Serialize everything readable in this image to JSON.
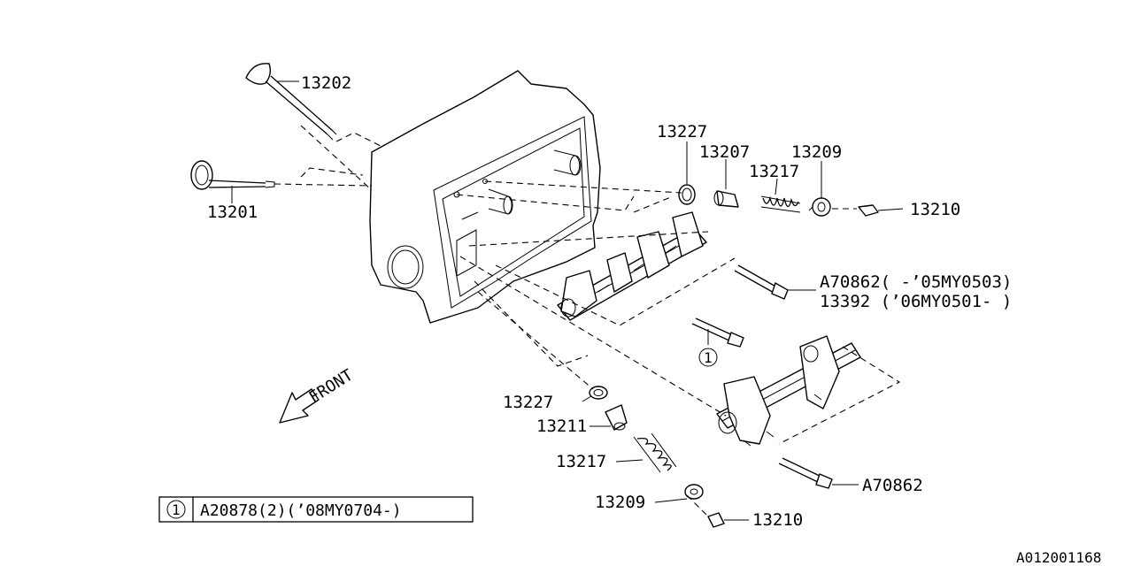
{
  "parts": {
    "valve_exhaust": "13202",
    "valve_intake": "13201",
    "seat_upper": "13227",
    "tappet_upper": "13207",
    "spring_upper": "13217",
    "retainer_upper": "13209",
    "key_upper": "13210",
    "bolt_upper_line1": "A70862( -’05MY0503)",
    "bolt_upper_line2": "13392  (’06MY0501- )",
    "seat_lower": "13227",
    "tappet_lower": "13211",
    "spring_lower": "13217",
    "retainer_lower": "13209",
    "key_lower": "13210",
    "bolt_lower": "A70862"
  },
  "callout": {
    "number": "1",
    "note": "A20878(2)(’08MY0704-)"
  },
  "front_label": "FRONT",
  "drawing_code": "A012001168",
  "icons": {
    "callout_marker": "circled-number",
    "front_arrow": "arrow-down-left"
  }
}
